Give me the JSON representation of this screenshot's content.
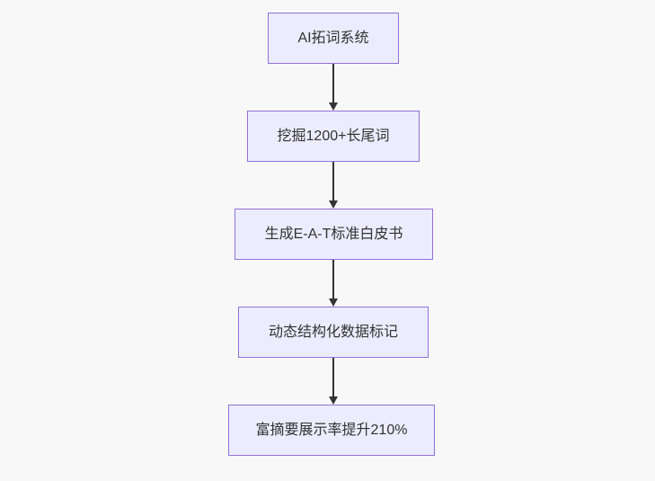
{
  "flowchart": {
    "type": "flowchart",
    "direction": "top-down",
    "nodes": [
      {
        "label": "AI拓词系统"
      },
      {
        "label": "挖掘1200+长尾词"
      },
      {
        "label": "生成E-A-T标准白皮书"
      },
      {
        "label": "动态结构化数据标记"
      },
      {
        "label": "富摘要展示率提升210%"
      }
    ],
    "edges": [
      {
        "from": 0,
        "to": 1
      },
      {
        "from": 1,
        "to": 2
      },
      {
        "from": 2,
        "to": 3
      },
      {
        "from": 3,
        "to": 4
      }
    ],
    "colors": {
      "node_fill": "#ECECFF",
      "node_border": "#9370DB",
      "edge": "#333333",
      "text": "#333333",
      "background": "#F8F8F8"
    }
  }
}
